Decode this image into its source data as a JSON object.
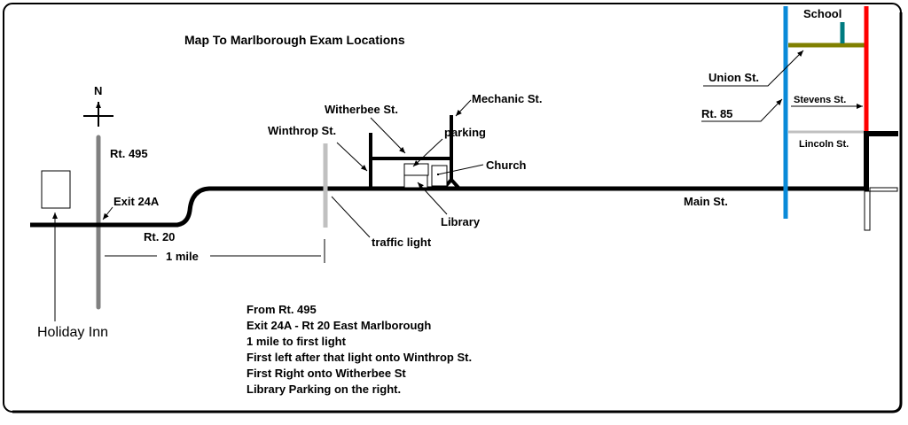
{
  "title": "Map To Marlborough Exam Locations",
  "compass": {
    "north": "N"
  },
  "labels": {
    "rt495": "Rt. 495",
    "exit24a": "Exit 24A",
    "rt20": "Rt. 20",
    "one_mile": "1 mile",
    "holiday_inn": "Holiday Inn",
    "winthrop": "Winthrop St.",
    "witherbee": "Witherbee St.",
    "mechanic": "Mechanic St.",
    "parking": "parking",
    "church": "Church",
    "library": "Library",
    "traffic_light": "traffic light",
    "main_st": "Main St.",
    "school": "School",
    "union": "Union St.",
    "rt85": "Rt. 85",
    "stevens": "Stevens St.",
    "lincoln": "Lincoln St."
  },
  "directions": [
    "From Rt. 495",
    "Exit 24A - Rt 20 East Marlborough",
    "1 mile to first light",
    "First left after that light onto Winthrop St.",
    "First Right onto Witherbee St",
    "Library Parking on the right."
  ],
  "colors": {
    "rt495": "#808080",
    "winthrop": "#c0c0c0",
    "rt85": "#0a8ad8",
    "red_road": "#ff0000",
    "union": "#808000",
    "school_stub": "#007b80",
    "lincoln": "#c0c0c0"
  }
}
